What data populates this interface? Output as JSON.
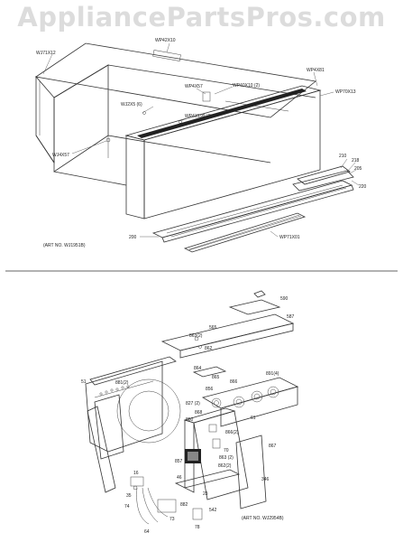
{
  "watermark": "AppliancePartsPros.com",
  "upper": {
    "labels": {
      "top_left": "WJ71X12",
      "top_center": "WP42X10",
      "mid_a": "WP4X57",
      "mid_b": "WP40X10 (2)",
      "mid_c": "WJ2X5 (6)",
      "mid_d": "WP4X199 (6)",
      "left_mid": "WJ4X57",
      "right_top": "WP4X81",
      "right_b": "WP70X13",
      "n210": "210",
      "n218": "218",
      "n205": "205",
      "n220": "220",
      "n200": "200",
      "grille": "WP71X01"
    },
    "art_no": "(ART NO. WJ1951B)"
  },
  "lower": {
    "labels": {
      "n590": "590",
      "n587": "587",
      "n565": "565",
      "n863": "863(2)",
      "n863b": "863 (2)",
      "n862": "862",
      "n864": "864",
      "n865": "865",
      "n866": "866",
      "n881": "881(2)",
      "n51": "51",
      "n891": "891(4)",
      "n856": "856",
      "n827": "827 (2)",
      "n868": "868",
      "n860": "860",
      "n61": "61",
      "n866b": "866(2)",
      "n867": "867",
      "n862b": "862(2)",
      "n70": "70",
      "n857": "857",
      "n16": "16",
      "n46": "46",
      "n35": "35",
      "n23": "23",
      "n346": "346",
      "n882": "882",
      "n542": "542",
      "n73": "73",
      "n74": "74",
      "n64": "64",
      "n78": "78"
    },
    "art_no": "(ART NO. WJ2954B)"
  }
}
